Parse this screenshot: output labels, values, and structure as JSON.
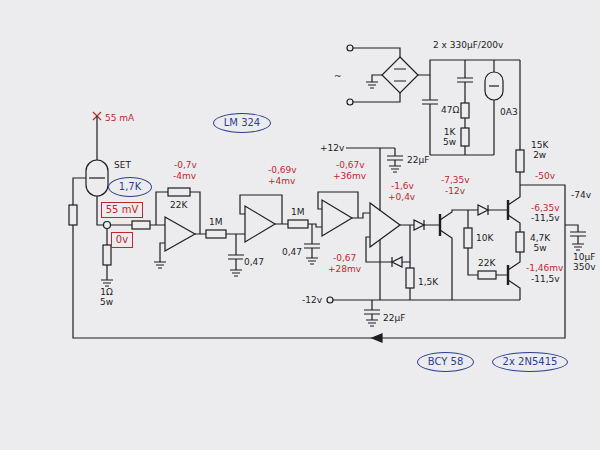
{
  "diagram": {
    "nodes": [
      {
        "text": [
          "LM 324"
        ]
      },
      {
        "text": [
          "1,7K"
        ]
      },
      {
        "text": [
          "55 mV"
        ]
      },
      {
        "text": [
          "0v"
        ]
      },
      {
        "text": [
          "BCY 58"
        ]
      },
      {
        "text": [
          "2x 2N5415"
        ]
      }
    ],
    "labels": [
      "~",
      "2 x 330µF/200v",
      "47Ω",
      "1K 5w",
      "0A3",
      "15K 2w",
      "55 mA",
      "SET",
      "-0,7v",
      "-4mv",
      "22K",
      "1M",
      "0,47",
      "-0,69v",
      "+4mv",
      "1M",
      "0,47",
      "-0,67v",
      "+36mv",
      "+12v",
      "22µF",
      "-1,6v",
      "+0,4v",
      "-0,67",
      "+28mv",
      "1,5K",
      "-7,35v",
      "-12v",
      "10K",
      "-50v",
      "-74v",
      "-6,35v",
      "-11,5v",
      "4,7K 5w",
      "10µF 350v",
      "22K",
      "-1,46mv",
      "-11,5v",
      "1Ω 5w",
      "-12v",
      "22µF"
    ]
  }
}
